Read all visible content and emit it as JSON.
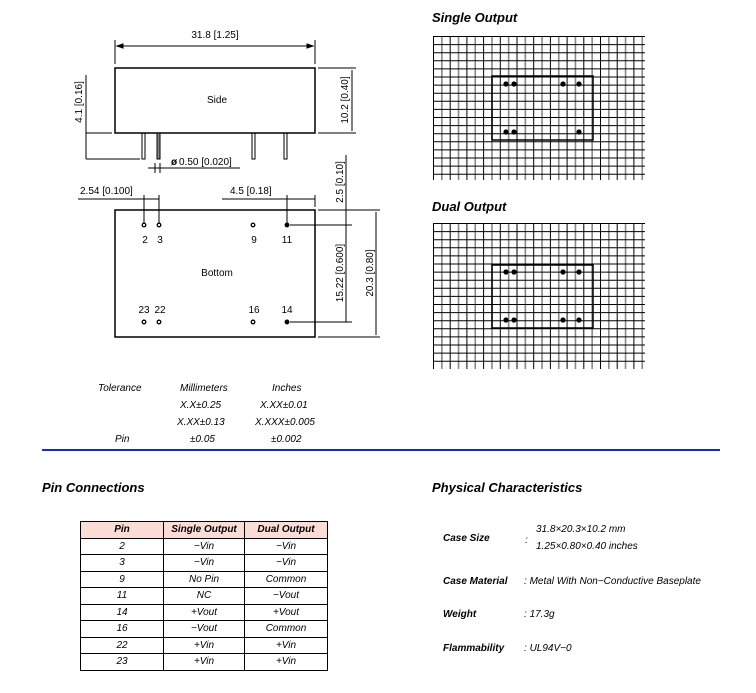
{
  "drawing": {
    "side_label": "Side",
    "bottom_label": "Bottom",
    "dim_length": "31.8 [1.25]",
    "dim_height": "10.2 [0.40]",
    "dim_pin_length": "4.1 [0.16]",
    "dim_pin_dia": "0.50 [0.020]",
    "dim_pitch": "2.54 [0.100]",
    "dim_edge": "4.5 [0.18]",
    "dim_top_offset": "2.5 [0.10]",
    "dim_row_spacing": "15.22 [0.600]",
    "dim_width": "20.3 [0.80]",
    "diameter_symbol": "ø",
    "pin_labels": {
      "p2": "2",
      "p3": "3",
      "p9": "9",
      "p11": "11",
      "p23": "23",
      "p22": "22",
      "p16": "16",
      "p14": "14"
    }
  },
  "single_output": {
    "title": "Single Output"
  },
  "dual_output": {
    "title": "Dual Output"
  },
  "tolerance": {
    "label": "Tolerance",
    "pin_label": "Pin",
    "mm_header": "Millimeters",
    "in_header": "Inches",
    "mm": [
      "X.X±0.25",
      "X.XX±0.13",
      "±0.05"
    ],
    "in": [
      "X.XX±0.01",
      "X.XXX±0.005",
      "±0.002"
    ]
  },
  "divider_color": "#1a2fb0",
  "pin_connections": {
    "title": "Pin Connections",
    "headers": [
      "Pin",
      "Single Output",
      "Dual Output"
    ],
    "rows": [
      [
        "2",
        "−Vin",
        "−Vin"
      ],
      [
        "3",
        "−Vin",
        "−Vin"
      ],
      [
        "9",
        "No Pin",
        "Common"
      ],
      [
        "11",
        "NC",
        "−Vout"
      ],
      [
        "14",
        "+Vout",
        "+Vout"
      ],
      [
        "16",
        "−Vout",
        "Common"
      ],
      [
        "22",
        "+Vin",
        "+Vin"
      ],
      [
        "23",
        "+Vin",
        "+Vin"
      ]
    ]
  },
  "physical": {
    "title": "Physical Characteristics",
    "items": [
      {
        "label": "Case Size",
        "value": "31.8×20.3×10.2 mm",
        "value2": "1.25×0.80×0.40 inches"
      },
      {
        "label": "Case Material",
        "value": "Metal With Non−Conductive Baseplate"
      },
      {
        "label": "Weight",
        "value": "17.3g"
      },
      {
        "label": "Flammability",
        "value": "UL94V−0"
      }
    ]
  }
}
